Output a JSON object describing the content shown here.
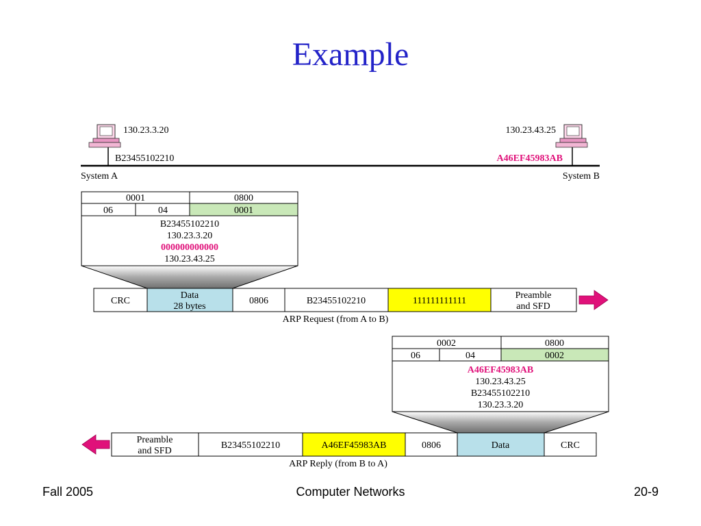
{
  "slide": {
    "title": "Example"
  },
  "footer": {
    "left": "Fall 2005",
    "center": "Computer Networks",
    "right": "20-9"
  },
  "network": {
    "system_a": {
      "ip": "130.23.3.20",
      "mac": "B23455102210",
      "label": "System A"
    },
    "system_b": {
      "ip": "130.23.43.25",
      "mac": "A46EF45983AB",
      "label": "System B"
    }
  },
  "request": {
    "packet": {
      "hw_type": "0001",
      "proto_type": "0800",
      "hw_len": "06",
      "proto_len": "04",
      "operation": "0001",
      "sender_mac": "B23455102210",
      "sender_ip": "130.23.3.20",
      "target_mac": "000000000000",
      "target_ip": "130.23.43.25"
    },
    "frame": {
      "crc": "CRC",
      "data_line1": "Data",
      "data_line2": "28 bytes",
      "type": "0806",
      "source": "B23455102210",
      "dest": "111111111111",
      "preamble_line1": "Preamble",
      "preamble_line2": "and SFD"
    },
    "caption": "ARP Request (from A to B)"
  },
  "reply": {
    "packet": {
      "hw_type": "0002",
      "proto_type": "0800",
      "hw_len": "06",
      "proto_len": "04",
      "operation": "0002",
      "sender_mac": "A46EF45983AB",
      "sender_ip": "130.23.43.25",
      "target_mac": "B23455102210",
      "target_ip": "130.23.3.20"
    },
    "frame": {
      "preamble_line1": "Preamble",
      "preamble_line2": "and SFD",
      "dest": "B23455102210",
      "source": "A46EF45983AB",
      "type": "0806",
      "data": "Data",
      "crc": "CRC"
    },
    "caption": "ARP Reply (from B to A)"
  },
  "colors": {
    "title": "#2323c8",
    "highlight_text": "#e0117a",
    "arrow": "#e0117a",
    "operation_cell": "#c9e8b8",
    "data_cell": "#b8e0ea",
    "dest_cell": "#ffff00"
  }
}
